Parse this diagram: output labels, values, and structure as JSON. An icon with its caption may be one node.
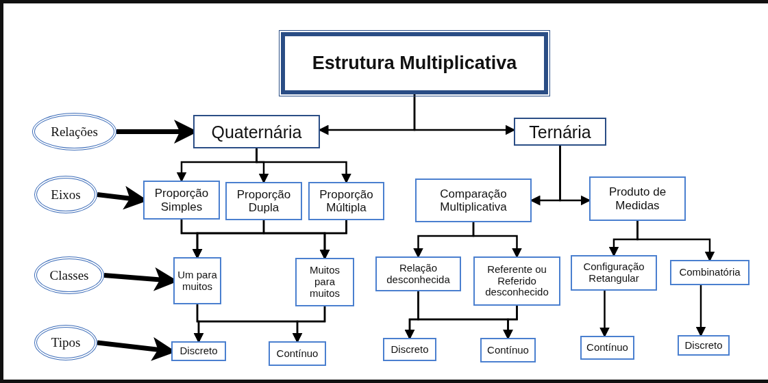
{
  "diagram": {
    "nodes": [
      {
        "text": [
          "Estrutura Multiplicativa"
        ]
      },
      {
        "text": [
          "Relações"
        ]
      },
      {
        "text": [
          "Eixos"
        ]
      },
      {
        "text": [
          "Classes"
        ]
      },
      {
        "text": [
          "Tipos"
        ]
      },
      {
        "text": [
          "Quaternária"
        ]
      },
      {
        "text": [
          "Ternária"
        ]
      },
      {
        "text": [
          "Proporção Simples"
        ]
      },
      {
        "text": [
          "Proporção Dupla"
        ]
      },
      {
        "text": [
          "Proporção Múltipla"
        ]
      },
      {
        "text": [
          "Comparação Multiplicativa"
        ]
      },
      {
        "text": [
          "Produto de Medidas"
        ]
      },
      {
        "text": [
          "Um para muitos"
        ]
      },
      {
        "text": [
          "Muitos para muitos"
        ]
      },
      {
        "text": [
          "Relação desconhecida"
        ]
      },
      {
        "text": [
          "Referente ou Referido desconhecido"
        ]
      },
      {
        "text": [
          "Configuração Retangular"
        ]
      },
      {
        "text": [
          "Combinatória"
        ]
      },
      {
        "text": [
          "Discreto"
        ]
      },
      {
        "text": [
          "Contínuo"
        ]
      },
      {
        "text": [
          "Discreto"
        ]
      },
      {
        "text": [
          "Contínuo"
        ]
      },
      {
        "text": [
          "Contínuo"
        ]
      },
      {
        "text": [
          "Discreto"
        ]
      }
    ],
    "edges": [
      {
        "from": 0,
        "to": 5,
        "arrow": "to"
      },
      {
        "from": 0,
        "to": 6,
        "arrow": "to"
      },
      {
        "from": 1,
        "to": 5,
        "arrow": "to",
        "style": "thick"
      },
      {
        "from": 5,
        "to": 7,
        "arrow": "to"
      },
      {
        "from": 5,
        "to": 8,
        "arrow": "to"
      },
      {
        "from": 5,
        "to": 9,
        "arrow": "to"
      },
      {
        "from": 6,
        "to": 10,
        "arrow": "to"
      },
      {
        "from": 6,
        "to": 11,
        "arrow": "to"
      },
      {
        "from": 2,
        "to": 7,
        "arrow": "to",
        "style": "thick"
      },
      {
        "from": 7,
        "to": 12,
        "arrow": "to"
      },
      {
        "from": 7,
        "to": 13,
        "arrow": "to"
      },
      {
        "from": 8,
        "to": 12,
        "arrow": "to"
      },
      {
        "from": 8,
        "to": 13,
        "arrow": "to"
      },
      {
        "from": 9,
        "to": 12,
        "arrow": "to"
      },
      {
        "from": 9,
        "to": 13,
        "arrow": "to"
      },
      {
        "from": 10,
        "to": 14,
        "arrow": "to"
      },
      {
        "from": 10,
        "to": 15,
        "arrow": "to"
      },
      {
        "from": 11,
        "to": 16,
        "arrow": "to"
      },
      {
        "from": 11,
        "to": 17,
        "arrow": "to"
      },
      {
        "from": 3,
        "to": 12,
        "arrow": "to",
        "style": "thick"
      },
      {
        "from": 12,
        "to": 18,
        "arrow": "to"
      },
      {
        "from": 12,
        "to": 19,
        "arrow": "to"
      },
      {
        "from": 13,
        "to": 18,
        "arrow": "to"
      },
      {
        "from": 13,
        "to": 19,
        "arrow": "to"
      },
      {
        "from": 14,
        "to": 20,
        "arrow": "to"
      },
      {
        "from": 14,
        "to": 21,
        "arrow": "to"
      },
      {
        "from": 15,
        "to": 20,
        "arrow": "to"
      },
      {
        "from": 15,
        "to": 21,
        "arrow": "to"
      },
      {
        "from": 16,
        "to": 22,
        "arrow": "to"
      },
      {
        "from": 17,
        "to": 23,
        "arrow": "to"
      },
      {
        "from": 4,
        "to": 18,
        "arrow": "to",
        "style": "thick"
      }
    ]
  }
}
